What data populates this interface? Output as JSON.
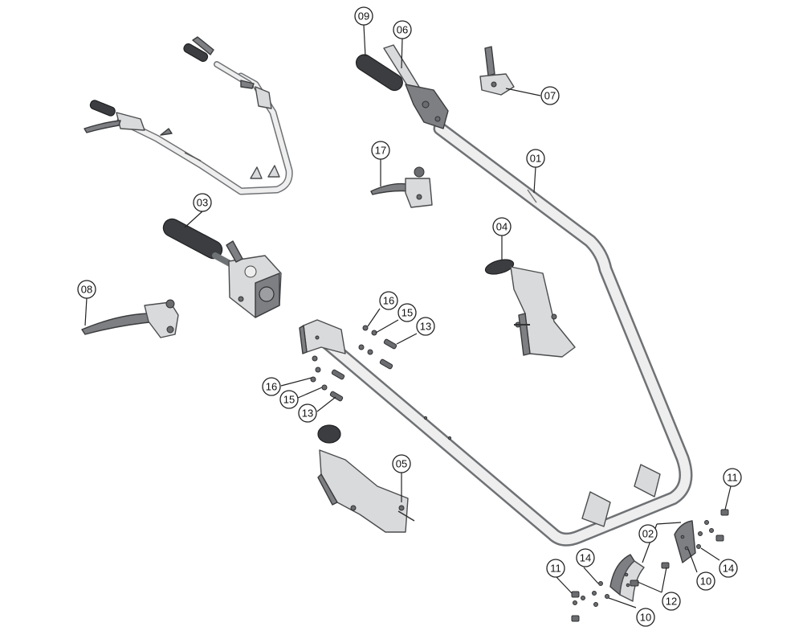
{
  "callouts": [
    {
      "id": "c-09",
      "label": "09"
    },
    {
      "id": "c-06",
      "label": "06"
    },
    {
      "id": "c-07",
      "label": "07"
    },
    {
      "id": "c-01",
      "label": "01"
    },
    {
      "id": "c-17",
      "label": "17"
    },
    {
      "id": "c-03",
      "label": "03"
    },
    {
      "id": "c-04",
      "label": "04"
    },
    {
      "id": "c-08",
      "label": "08"
    },
    {
      "id": "c-16a",
      "label": "16"
    },
    {
      "id": "c-15a",
      "label": "15"
    },
    {
      "id": "c-13a",
      "label": "13"
    },
    {
      "id": "c-16b",
      "label": "16"
    },
    {
      "id": "c-15b",
      "label": "15"
    },
    {
      "id": "c-13b",
      "label": "13"
    },
    {
      "id": "c-05",
      "label": "05"
    },
    {
      "id": "c-11a",
      "label": "11"
    },
    {
      "id": "c-02",
      "label": "02"
    },
    {
      "id": "c-14a",
      "label": "14"
    },
    {
      "id": "c-10a",
      "label": "10"
    },
    {
      "id": "c-11b",
      "label": "11"
    },
    {
      "id": "c-14b",
      "label": "14"
    },
    {
      "id": "c-12",
      "label": "12"
    },
    {
      "id": "c-10b",
      "label": "10"
    }
  ]
}
